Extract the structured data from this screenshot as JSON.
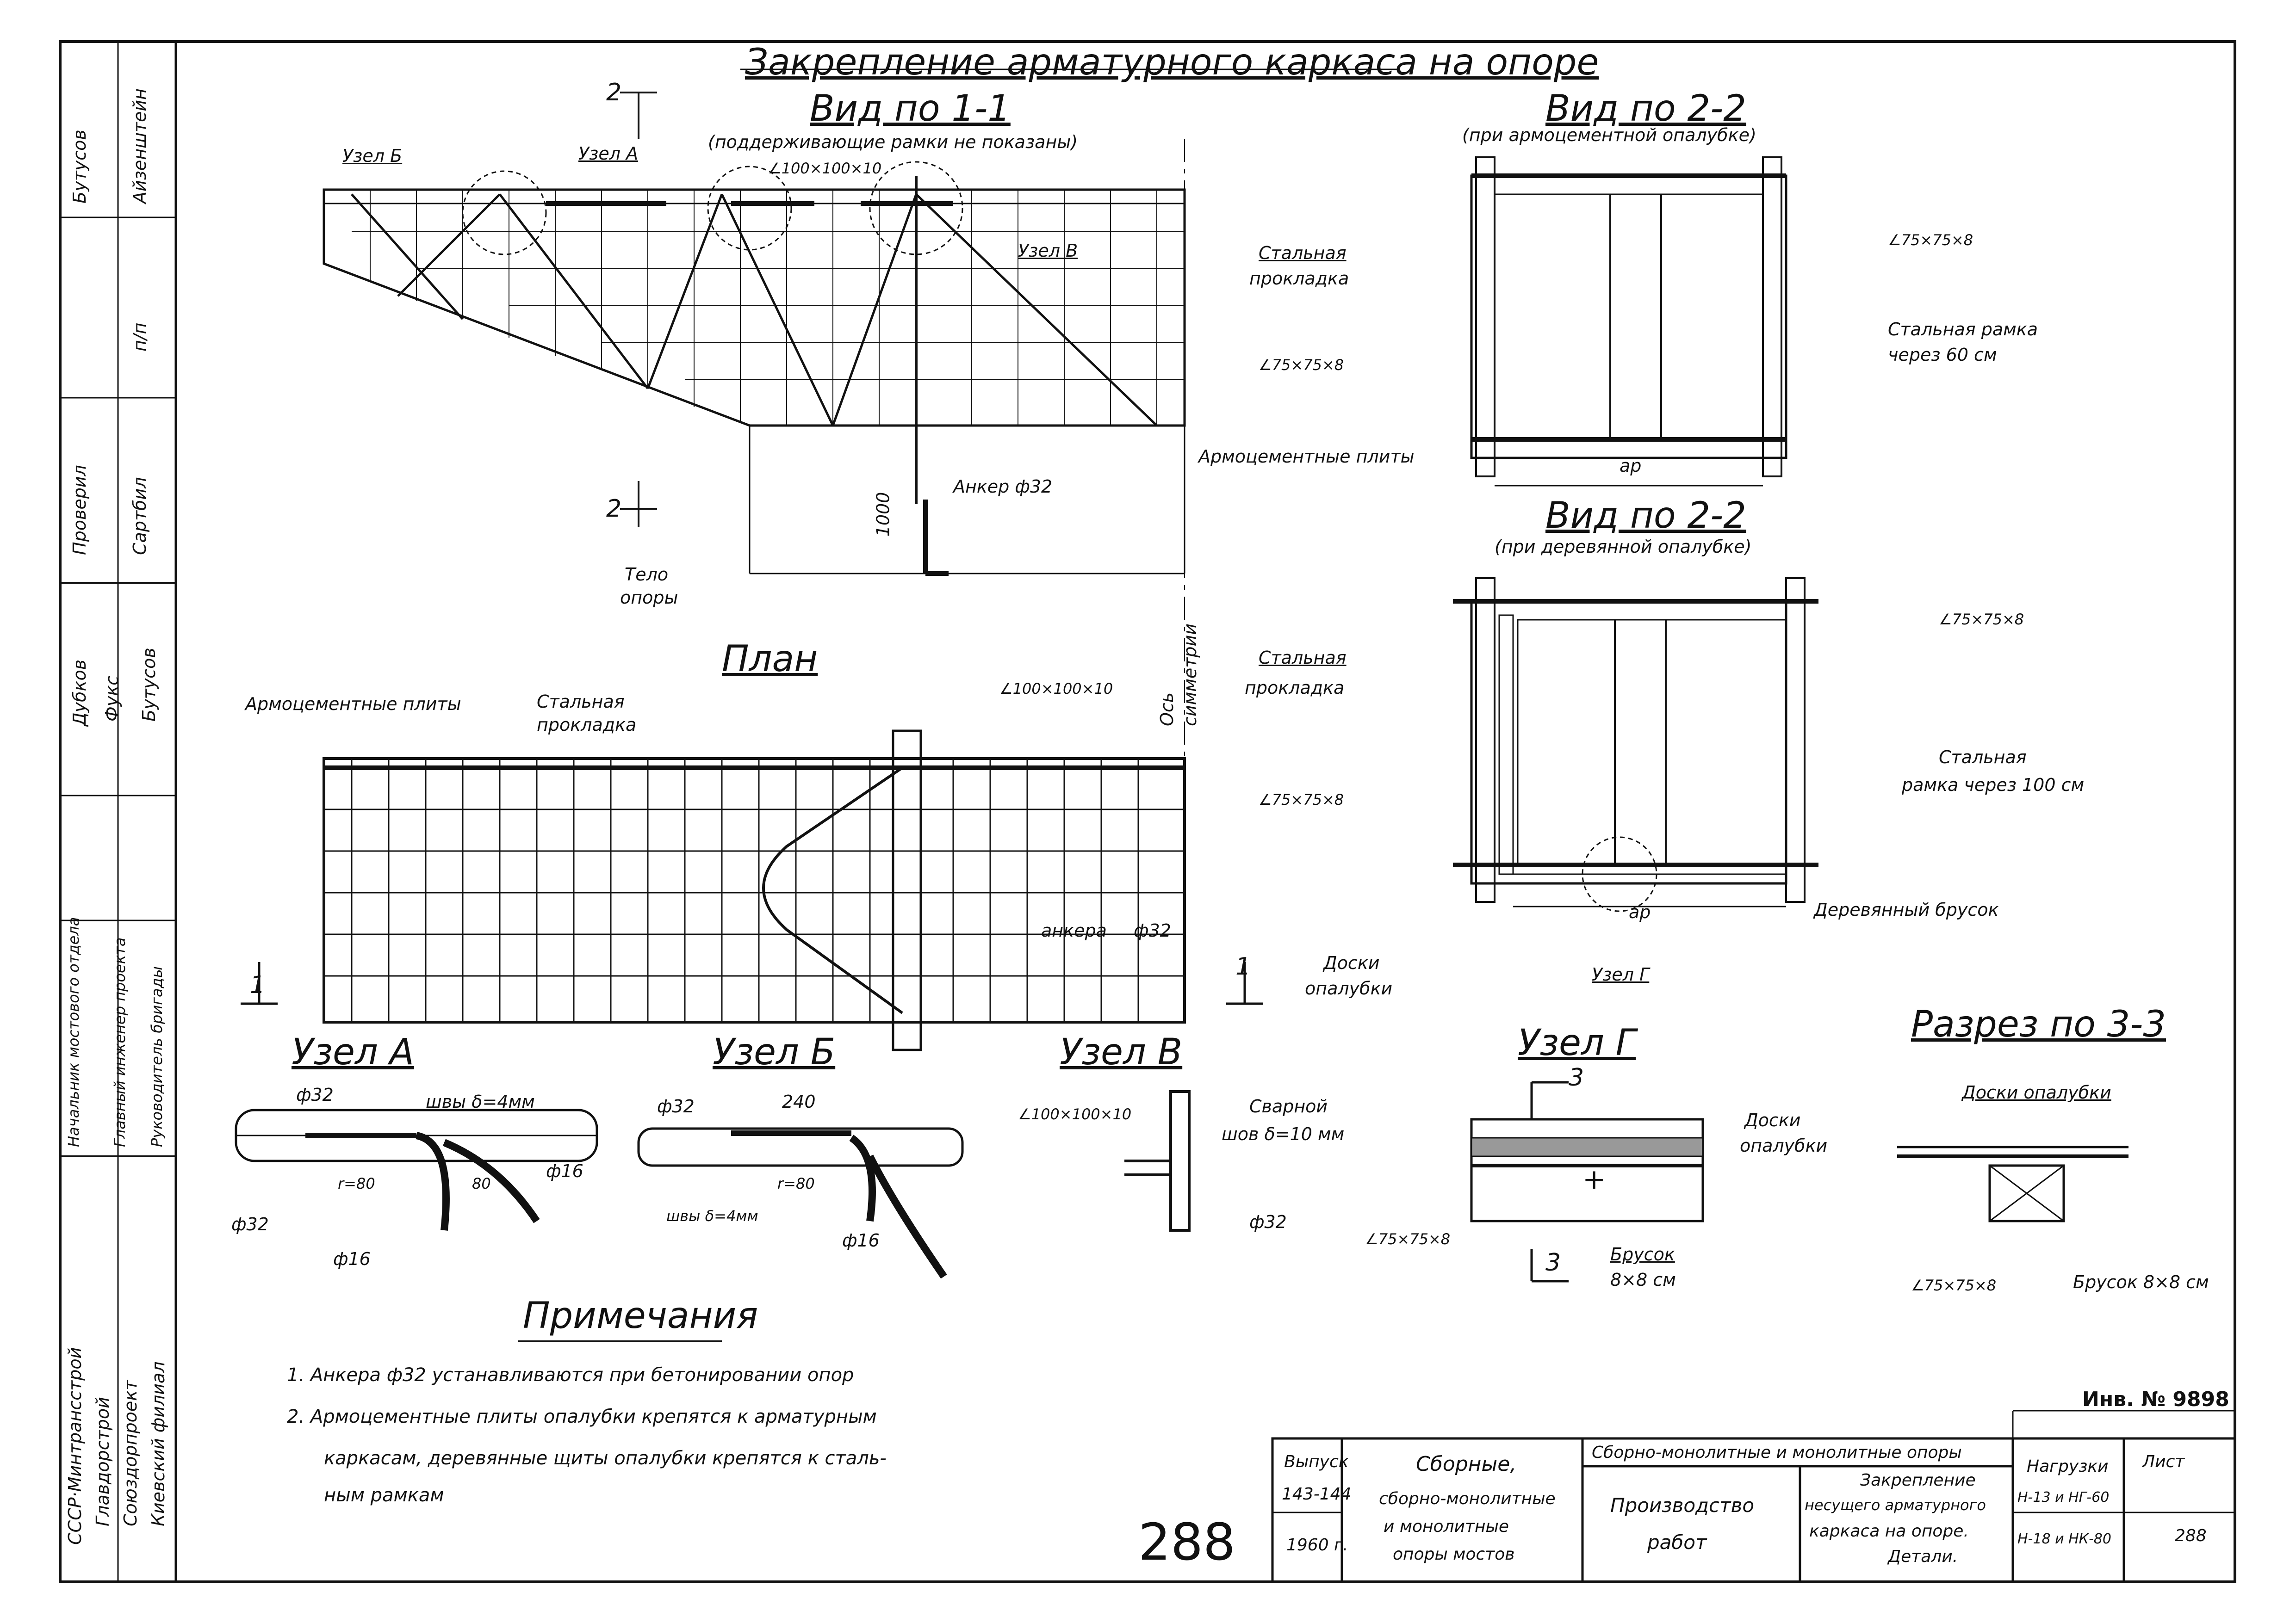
{
  "title": "Закрепление арматурного каркаса на опоре",
  "view11": {
    "title": "Вид по 1-1",
    "subtitle": "(поддерживающие рамки не показаны)",
    "node_b": "Узел Б",
    "node_a": "Узел А",
    "node_v": "Узел В",
    "angle": "∠100×100×10",
    "anchor": "Анкер ф32",
    "dim": "1000",
    "body1": "Тело",
    "body2": "опоры",
    "sec2": "2",
    "axis1": "Ось",
    "axis2": "симметрии"
  },
  "plan": {
    "title": "План",
    "plates": "Армоцементные плиты",
    "spacer1": "Стальная",
    "spacer2": "прокладка",
    "angle": "∠100×100×10",
    "anchors": "анкера",
    "anchors_d": "ф32",
    "sec1": "1"
  },
  "view22a": {
    "title": "Вид по 2-2",
    "subtitle": "(при армоцементной опалубке)",
    "spacer1": "Стальная",
    "spacer2": "прокладка",
    "angle_left": "∠75×75×8",
    "angle_right": "∠75×75×8",
    "frame1": "Стальная рамка",
    "frame2": "через 60 см",
    "plates": "Армоцементные плиты",
    "dim": "ар"
  },
  "view22b": {
    "title": "Вид по 2-2",
    "subtitle": "(при деревянной опалубке)",
    "spacer1": "Стальная",
    "spacer2": "прокладка",
    "angle_left": "∠75×75×8",
    "angle_right": "∠75×75×8",
    "frame1": "Стальная",
    "frame2": "рамка через 100 см",
    "bar": "Деревянный брусок",
    "boards1": "Доски",
    "boards2": "опалубки",
    "node_g": "Узел Г",
    "dim": "ар"
  },
  "nodeA": {
    "title": "Узел А",
    "seams": "швы δ=4мм",
    "d32a": "ф32",
    "d32b": "ф32",
    "r": "r=80",
    "r80": "80",
    "d16a": "ф16",
    "d16b": "ф16"
  },
  "nodeB": {
    "title": "Узел Б",
    "d32": "ф32",
    "len": "240",
    "r": "r=80",
    "seams": "швы δ=4мм",
    "d16": "ф16"
  },
  "nodeV": {
    "title": "Узел В",
    "angle": "∠100×100×10",
    "weld1": "Сварной",
    "weld2": "шов δ=10 мм",
    "d32": "ф32"
  },
  "nodeG": {
    "title": "Узел Г",
    "sec": "3",
    "boards1": "Доски",
    "boards2": "опалубки",
    "angle": "∠75×75×8",
    "bar1": "Брусок",
    "bar2": "8×8 см"
  },
  "section33": {
    "title": "Разрез по 3-3",
    "boards": "Доски опалубки",
    "angle": "∠75×75×8",
    "bar": "Брусок 8×8 см"
  },
  "notes": {
    "title": "Примечания",
    "line1": "1. Анкера ф32 устанавливаются при бетонировании опор",
    "line2": "2. Армоцементные плиты опалубки крепятся к арматурным",
    "line3": "каркасам, деревянные щиты опалубки крепятся к сталь-",
    "line4": "ным рамкам"
  },
  "left_stamp": {
    "names": [
      "Бутусов",
      "Айзенштейн",
      "п/п",
      "Проверил",
      "Сартбил",
      "Дубков",
      "Фукс",
      "Бутусов"
    ],
    "roles": [
      "Начальник мостового отдела",
      "Главный инженер проекта",
      "Руководитель бригады"
    ],
    "org": [
      "СССР·Минтрансстрой",
      "Главдорстрой",
      "Союздорпроект",
      "Киевский филиал"
    ]
  },
  "title_block": {
    "issue_label": "Выпуск",
    "issue": "143-144",
    "year": "1960 г.",
    "series1": "Сборные,",
    "series2": "сборно-монолитные",
    "series3": "и монолитные",
    "series4": "опоры мостов",
    "header": "Сборно-монолитные и монолитные опоры",
    "work1": "Производство",
    "work2": "работ",
    "doc1": "Закрепление",
    "doc2": "несущего арматурного",
    "doc3": "каркаса на опоре.",
    "doc4": "Детали.",
    "load_label": "Нагрузки",
    "load1": "Н-13 и НГ-60",
    "load2": "Н-18 и НК-80",
    "sheet_label": "Лист",
    "sheet_no": "288",
    "inv": "Инв. № 9898",
    "page": "288"
  }
}
